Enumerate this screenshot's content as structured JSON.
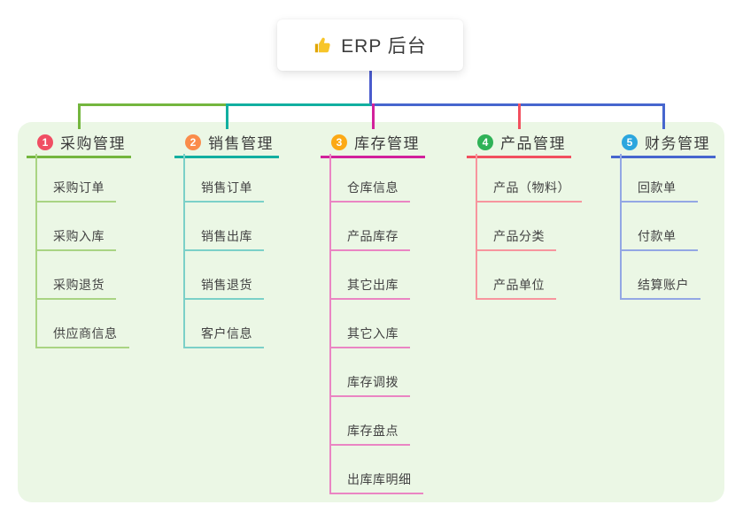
{
  "root": {
    "icon": "thumbs-up",
    "title": "ERP 后台"
  },
  "colors": {
    "canvas_bg": "#ffffff",
    "panel_bg": "#ebf7e5",
    "root_line": "#4a5bcd",
    "icon_fill": "#f7c52a",
    "icon_sleeve": "#e0a500"
  },
  "branches": [
    {
      "number": "1",
      "title": "采购管理",
      "badge_color": "#f04e63",
      "line_color": "#74b63e",
      "sub_line_color": "#a9d483",
      "items": [
        "采购订单",
        "采购入库",
        "采购退货",
        "供应商信息"
      ]
    },
    {
      "number": "2",
      "title": "销售管理",
      "badge_color": "#fa8c4b",
      "line_color": "#12afa0",
      "sub_line_color": "#7bd0c8",
      "items": [
        "销售订单",
        "销售出库",
        "销售退货",
        "客户信息"
      ]
    },
    {
      "number": "3",
      "title": "库存管理",
      "badge_color": "#fca915",
      "line_color": "#d2219c",
      "sub_line_color": "#ea85c3",
      "items": [
        "仓库信息",
        "产品库存",
        "其它出库",
        "其它入库",
        "库存调拨",
        "库存盘点",
        "出库库明细"
      ]
    },
    {
      "number": "4",
      "title": "产品管理",
      "badge_color": "#2fb257",
      "line_color": "#f2505f",
      "sub_line_color": "#f7959e",
      "items": [
        "产品（物料）",
        "产品分类",
        "产品单位"
      ]
    },
    {
      "number": "5",
      "title": "财务管理",
      "badge_color": "#2ba6de",
      "line_color": "#4766ce",
      "sub_line_color": "#93a7e4",
      "items": [
        "回款单",
        "付款单",
        "结算账户"
      ]
    }
  ]
}
